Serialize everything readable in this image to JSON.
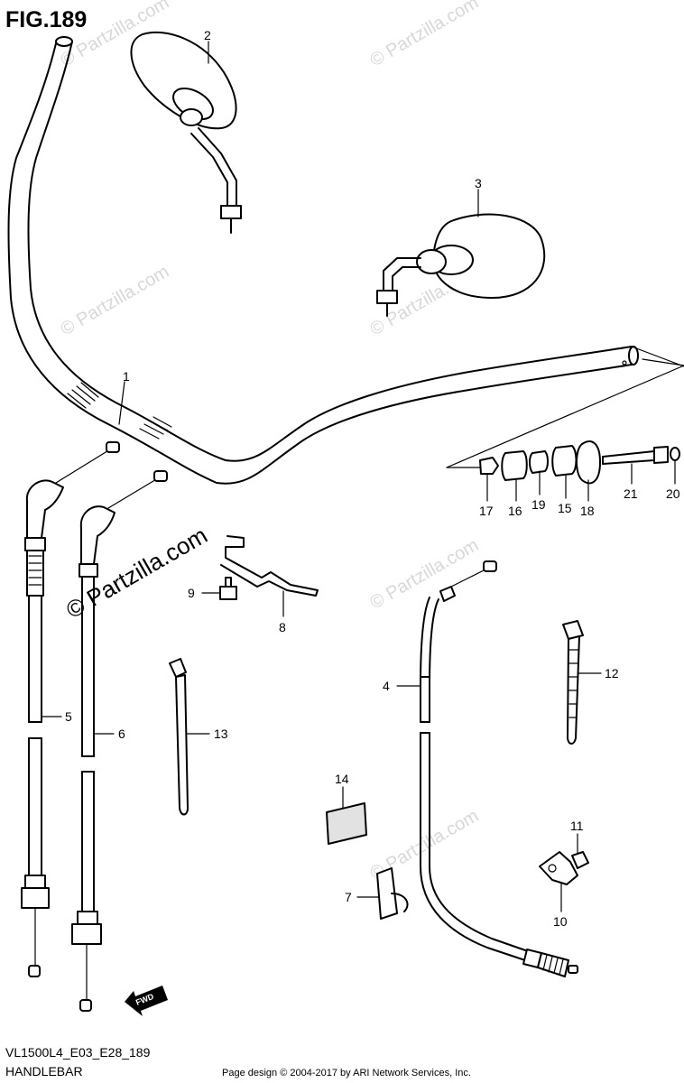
{
  "title": "FIG.189",
  "model_code": "VL1500L4_E03_E28_189",
  "section": "HANDLEBAR",
  "credit": "Page design © 2004-2017 by ARI Network Services, Inc.",
  "watermark": "© Partzilla.com",
  "fwd_label": "FWD",
  "callouts": [
    "1",
    "2",
    "3",
    "4",
    "5",
    "6",
    "7",
    "8",
    "9",
    "10",
    "11",
    "12",
    "13",
    "14",
    "15",
    "16",
    "17",
    "18",
    "19",
    "20",
    "21"
  ]
}
